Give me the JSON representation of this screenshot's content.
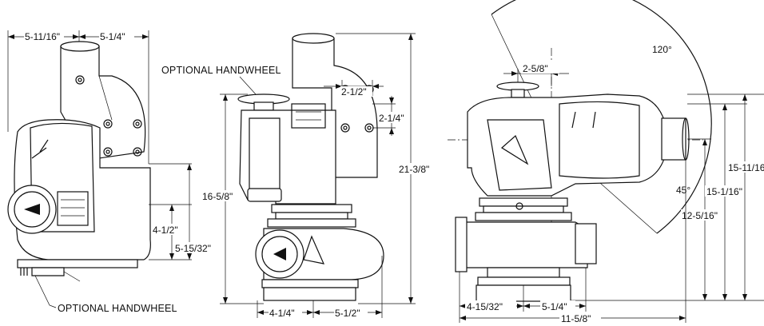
{
  "callouts": {
    "optional_handwheel_top": "OPTIONAL HANDWHEEL",
    "optional_handwheel_bottom": "OPTIONAL HANDWHEEL"
  },
  "left_view": {
    "dims": {
      "top_left_width": "5-11/16\"",
      "top_right_width": "5-1/4\"",
      "right_lower_height": "4-1/2\"",
      "right_overall_height": "5-15/32\""
    }
  },
  "middle_view": {
    "dims": {
      "outlet_width": "2-1/2\"",
      "outlet_height": "2-1/4\"",
      "body_height": "16-5/8\"",
      "overall_height": "21-3/8\"",
      "base_left": "4-1/4\"",
      "base_right": "5-1/2\""
    }
  },
  "right_view": {
    "dims": {
      "elevation_angle": "120°",
      "offset_top": "2-5/8\"",
      "lower_angle": "45°",
      "height_outer": "15-11/16\"",
      "height_mid": "15-1/16\"",
      "height_inner": "12-5/16\"",
      "base_left": "4-15/32\"",
      "base_mid": "5-1/4\"",
      "base_overall": "11-5/8\""
    }
  },
  "colors": {
    "ink": "#111111",
    "paper": "#ffffff"
  }
}
